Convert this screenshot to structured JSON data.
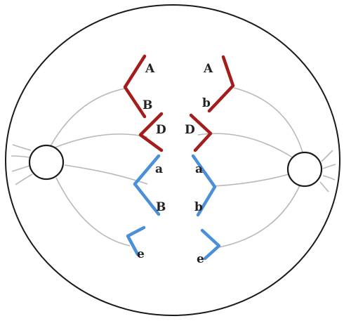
{
  "colors": {
    "background": "#ffffff",
    "outline": "#1a1a1a",
    "spindle": "#b8b8b8",
    "red_chromosome": "#a41c1c",
    "blue_chromosome": "#4a90d9",
    "label": "#222222"
  },
  "left_labels": {
    "A": "A",
    "B_red": "B",
    "D": "D",
    "a": "a",
    "B_blue": "B",
    "e": "e"
  },
  "right_labels": {
    "A": "A",
    "b_red": "b",
    "D": "D",
    "a": "a",
    "b_blue": "b",
    "e": "e"
  }
}
